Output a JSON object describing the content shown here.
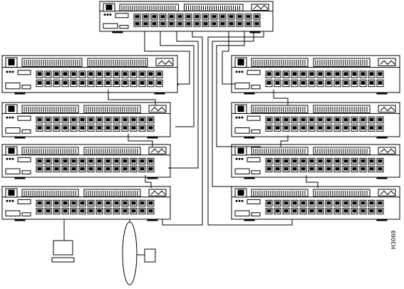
{
  "figure_id": "H3069",
  "devices": [
    {
      "id": "top-switch",
      "role": "central"
    },
    {
      "id": "left-stack-1"
    },
    {
      "id": "left-stack-2"
    },
    {
      "id": "left-stack-3"
    },
    {
      "id": "left-stack-4"
    },
    {
      "id": "right-stack-1"
    },
    {
      "id": "right-stack-2"
    },
    {
      "id": "right-stack-3"
    },
    {
      "id": "right-stack-4"
    }
  ],
  "peripherals": [
    "workstation",
    "ethernet-segment",
    "host"
  ]
}
